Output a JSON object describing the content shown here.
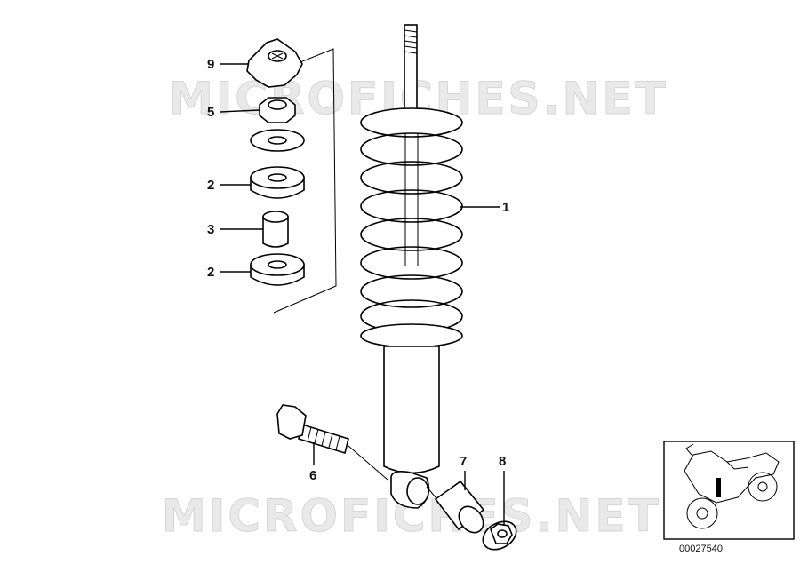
{
  "watermarks": [
    "MICROFICHES.NET",
    "MICROFICHES.NET"
  ],
  "callouts": [
    {
      "id": "9",
      "label": "9"
    },
    {
      "id": "5",
      "label": "5"
    },
    {
      "id": "2a",
      "label": "2"
    },
    {
      "id": "3",
      "label": "3"
    },
    {
      "id": "2b",
      "label": "2"
    },
    {
      "id": "1",
      "label": "1"
    },
    {
      "id": "6",
      "label": "6"
    },
    {
      "id": "7",
      "label": "7"
    },
    {
      "id": "8",
      "label": "8"
    }
  ],
  "reference_number": "00027540"
}
